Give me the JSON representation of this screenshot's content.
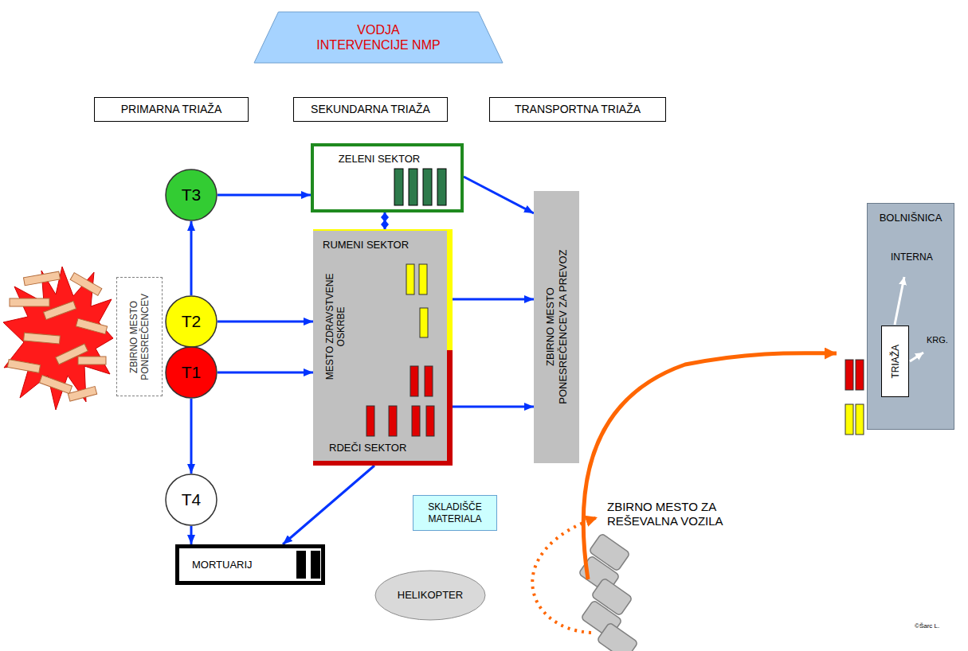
{
  "diagram": {
    "nodes": [
      {
        "text": [
          "VODJA INTERVENCIJE NMP"
        ]
      },
      {
        "text": [
          "PRIMARNA TRIAŽA"
        ]
      },
      {
        "text": [
          "SEKUNDARNA TRIAŽA"
        ]
      },
      {
        "text": [
          "TRANSPORTNA TRIAŽA"
        ]
      },
      {
        "text": [
          "ZBIRNO MESTO PONESREČENCEV"
        ]
      },
      {
        "text": [
          "T3"
        ]
      },
      {
        "text": [
          "T2"
        ]
      },
      {
        "text": [
          "T1"
        ]
      },
      {
        "text": [
          "T4"
        ]
      },
      {
        "text": [
          "ZELENI SEKTOR"
        ]
      },
      {
        "text": [
          "MESTO ZDRAVSTVENE OSKRBE"
        ]
      },
      {
        "text": [
          "RUMENI SEKTOR"
        ],
        "in": 10
      },
      {
        "text": [
          "RDEČI SEKTOR"
        ],
        "in": 10
      },
      {
        "text": [
          "ZBIRNO MESTO PONESREČENCEV ZA PREVOZ"
        ]
      },
      {
        "text": [
          "MORTUARIJ"
        ]
      },
      {
        "text": [
          "SKLADIŠČE MATERIALA"
        ]
      },
      {
        "text": [
          "HELIKOPTER"
        ]
      },
      {
        "text": [
          "BOLNIŠNICA"
        ]
      },
      {
        "text": [
          "TRIAŽA"
        ],
        "in": 17
      }
    ],
    "edges": [
      {
        "from": 5,
        "to": 9,
        "arrow": "to"
      },
      {
        "from": 6,
        "to": 5,
        "arrow": "to"
      },
      {
        "from": 6,
        "to": 11,
        "arrow": "to"
      },
      {
        "from": 7,
        "to": 12,
        "arrow": "to"
      },
      {
        "from": 7,
        "to": 8,
        "arrow": "to"
      },
      {
        "from": 8,
        "to": 14,
        "arrow": "to"
      },
      {
        "from": 12,
        "to": 14,
        "arrow": "to"
      },
      {
        "from": 9,
        "to": 11,
        "arrow": "both"
      },
      {
        "from": 9,
        "to": 13,
        "arrow": "to"
      },
      {
        "from": 11,
        "to": 13,
        "arrow": "to"
      },
      {
        "from": 12,
        "to": 13,
        "arrow": "to"
      }
    ],
    "labels": [
      "ZBIRNO MESTO ZA REŠEVALNA VOZILA",
      "INTERNA",
      "KRG.",
      "©Šarc L."
    ]
  }
}
